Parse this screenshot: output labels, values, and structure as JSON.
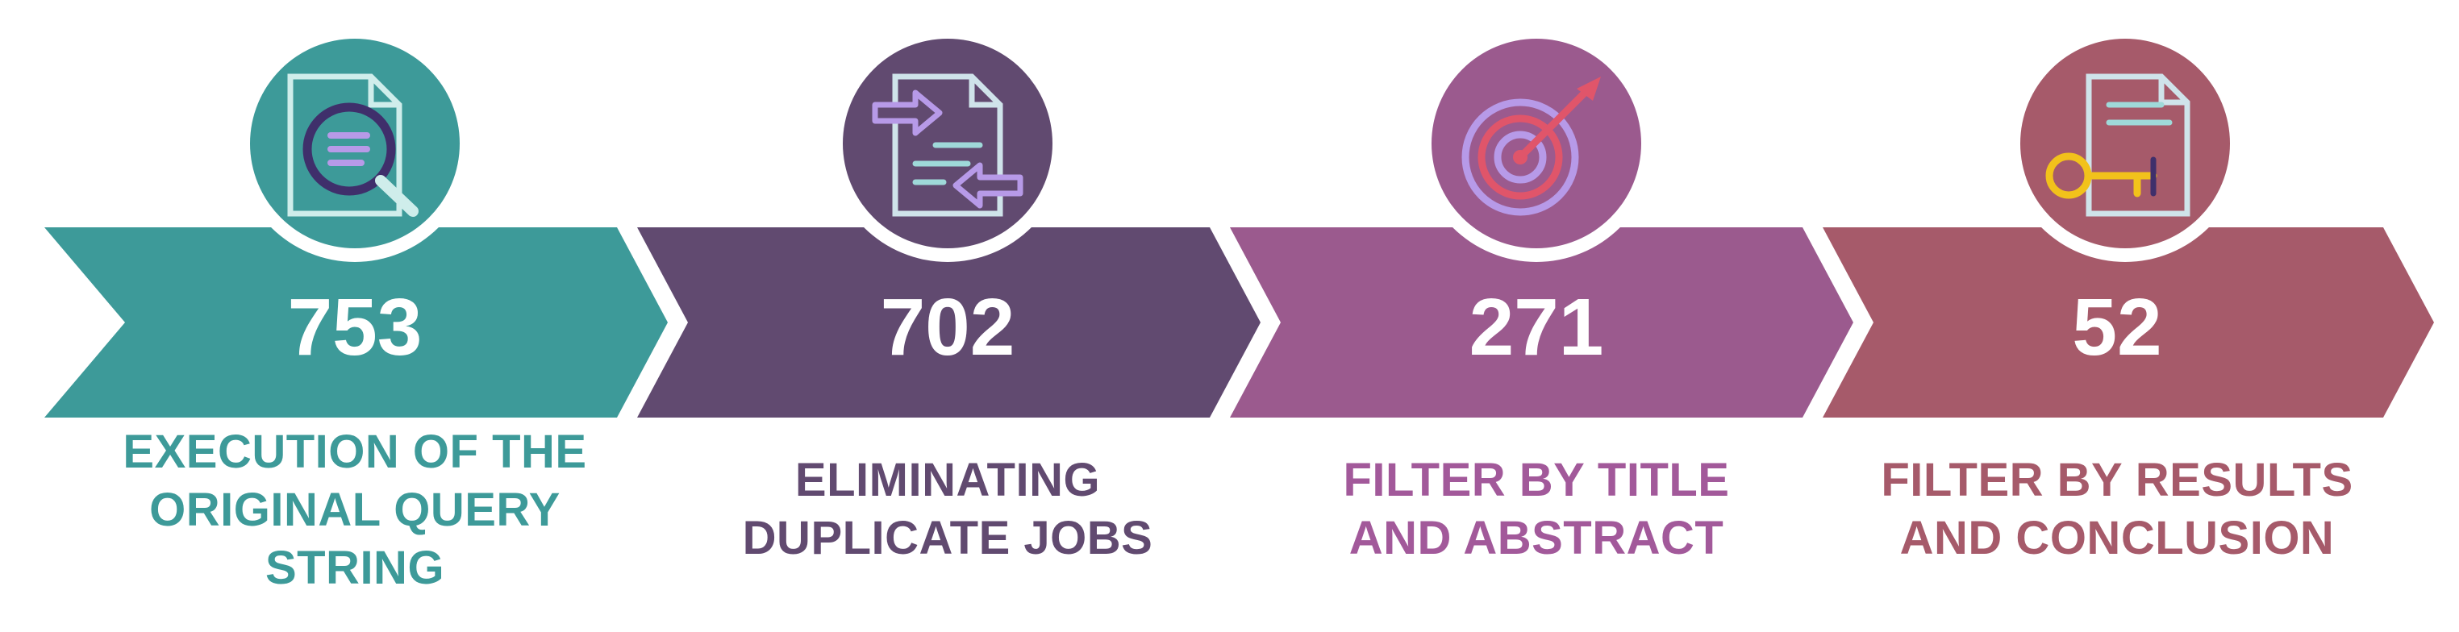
{
  "steps": [
    {
      "count": "753",
      "label_lines": [
        "EXECUTION OF THE",
        "ORIGINAL QUERY",
        "STRING"
      ],
      "color": "#3D9A99",
      "text_color": "#3D9A99",
      "icon": "document-search-icon"
    },
    {
      "count": "702",
      "label_lines": [
        "ELIMINATING",
        "DUPLICATE JOBS"
      ],
      "color": "#614A70",
      "text_color": "#614A70",
      "icon": "document-duplicate-arrows-icon"
    },
    {
      "count": "271",
      "label_lines": [
        "FILTER BY TITLE",
        "AND ABSTRACT"
      ],
      "color": "#9B5A8E",
      "text_color": "#A2599A",
      "icon": "target-arrow-icon"
    },
    {
      "count": "52",
      "label_lines": [
        "FILTER BY RESULTS",
        "AND CONCLUSION"
      ],
      "color": "#A65A6A",
      "text_color": "#A65A6A",
      "icon": "document-key-icon"
    }
  ]
}
